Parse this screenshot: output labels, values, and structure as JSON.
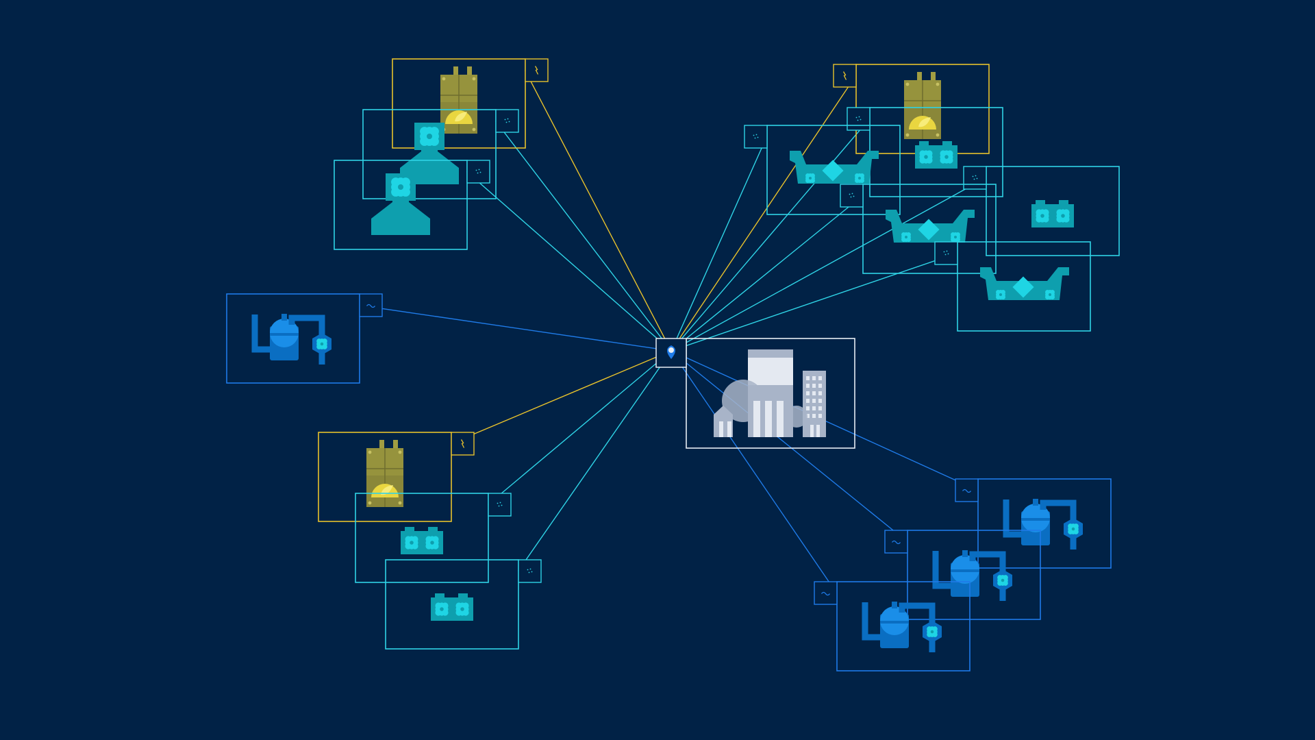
{
  "colors": {
    "background": "#012246",
    "yellow": "#e8c22c",
    "cyan": "#2fd4e6",
    "blue": "#1f7be8",
    "white": "#e8eef5",
    "teal_fill": "#0e9fae",
    "teal_light": "#1fd5e4",
    "pump_blue": "#0a6ec2",
    "pump_light": "#1a8ee8",
    "olive": "#8a8739",
    "olive_light": "#a19d42",
    "gauge": "#e9d640",
    "building": "#a8b4c8",
    "building_light": "#e4e9f1"
  },
  "hub": {
    "icon": "location-pin-icon"
  },
  "factory": {
    "icon": "factory-buildings-icon"
  },
  "devices": [
    {
      "id": "meter-a",
      "type": "meter",
      "color": "yellow",
      "icon": "power-meter-icon",
      "badge_icon": "power-badge-icon"
    },
    {
      "id": "hood-a",
      "type": "hood",
      "color": "cyan",
      "icon": "exhaust-hood-icon",
      "badge_icon": "signal-badge-icon"
    },
    {
      "id": "hood-b",
      "type": "hood",
      "color": "cyan",
      "icon": "exhaust-hood-icon",
      "badge_icon": "signal-badge-icon"
    },
    {
      "id": "pump-a",
      "type": "pump",
      "color": "blue",
      "icon": "pump-tank-icon",
      "badge_icon": "flow-badge-icon"
    },
    {
      "id": "meter-b",
      "type": "meter",
      "color": "yellow",
      "icon": "power-meter-icon",
      "badge_icon": "power-badge-icon"
    },
    {
      "id": "fan-a",
      "type": "fans",
      "color": "cyan",
      "icon": "cooling-fans-icon",
      "badge_icon": "signal-badge-icon"
    },
    {
      "id": "fan-b",
      "type": "fans",
      "color": "cyan",
      "icon": "cooling-fans-icon",
      "badge_icon": "signal-badge-icon"
    },
    {
      "id": "meter-c",
      "type": "meter",
      "color": "yellow",
      "icon": "power-meter-icon",
      "badge_icon": "power-badge-icon"
    },
    {
      "id": "fan-c",
      "type": "fans",
      "color": "cyan",
      "icon": "cooling-fans-icon",
      "badge_icon": "signal-badge-icon"
    },
    {
      "id": "conveyor-a",
      "type": "conveyor",
      "color": "cyan",
      "icon": "conveyor-machine-icon",
      "badge_icon": "signal-badge-icon"
    },
    {
      "id": "fan-d",
      "type": "fans",
      "color": "cyan",
      "icon": "cooling-fans-icon",
      "badge_icon": "signal-badge-icon"
    },
    {
      "id": "conveyor-b",
      "type": "conveyor",
      "color": "cyan",
      "icon": "conveyor-machine-icon",
      "badge_icon": "signal-badge-icon"
    },
    {
      "id": "conveyor-c",
      "type": "conveyor",
      "color": "cyan",
      "icon": "conveyor-machine-icon",
      "badge_icon": "signal-badge-icon"
    },
    {
      "id": "pump-b",
      "type": "pump",
      "color": "blue",
      "icon": "pump-tank-icon",
      "badge_icon": "flow-badge-icon"
    },
    {
      "id": "pump-c",
      "type": "pump",
      "color": "blue",
      "icon": "pump-tank-icon",
      "badge_icon": "flow-badge-icon"
    },
    {
      "id": "pump-d",
      "type": "pump",
      "color": "blue",
      "icon": "pump-tank-icon",
      "badge_icon": "flow-badge-icon"
    }
  ]
}
